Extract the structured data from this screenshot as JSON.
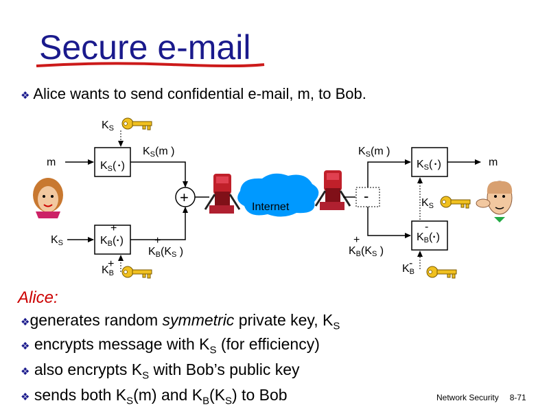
{
  "title": "Secure e-mail",
  "intro": "Alice wants to send confidential e-mail, m, to Bob.",
  "alice_label": "Alice:",
  "points": [
    {
      "pre": "generates random ",
      "em": "symmetric",
      "post": " private key, K",
      "sub": "S"
    },
    {
      "pre": "encrypts message with K",
      "sub": "S",
      "post": " (for efficiency)"
    },
    {
      "pre": "also encrypts K",
      "sub": "S",
      "post": " with Bob’s public key"
    },
    {
      "a": "sends both K",
      "a_sub": "S",
      "b": "(m) and K",
      "b_sub": "B",
      "c": "(K",
      "c_sub": "S",
      "d": ") to Bob"
    }
  ],
  "footer": {
    "course": "Network Security",
    "page": "8-71"
  },
  "diagram": {
    "m": "m",
    "K": "K",
    "S": "S",
    "B": "B",
    "plus": "+",
    "minus": "-",
    "paren_open": "(",
    "paren_close": ")",
    "ks_m": "(m )",
    "kb_ks_open": "(K",
    "kb_ks_close": " )",
    "internet": "Internet",
    "add_op": "+",
    "split_op": "-"
  },
  "colors": {
    "title": "#1a1a8c",
    "underline": "#cc1a1a",
    "alice_label": "#cc0000",
    "cloud": "#0099ff",
    "key": "#f0c020"
  }
}
